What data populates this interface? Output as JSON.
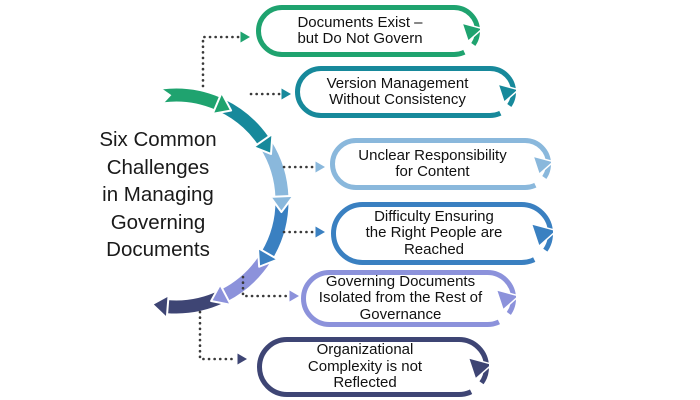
{
  "title": "Six Common\nChallenges\nin Managing\nGoverning\nDocuments",
  "challenges": [
    {
      "label": "Documents Exist –\nbut Do Not Govern",
      "color": "#1FA36F"
    },
    {
      "label": "Version Management\nWithout Consistency",
      "color": "#17899B"
    },
    {
      "label": "Unclear Responsibility\nfor Content",
      "color": "#8AB8DC"
    },
    {
      "label": "Difficulty Ensuring\nthe Right People are\nReached",
      "color": "#3A80C1"
    },
    {
      "label": "Governing Documents\nIsolated from the Rest of\nGovernance",
      "color": "#8C92DB"
    },
    {
      "label": "Organizational\nComplexity is not\nReflected",
      "color": "#3E4574"
    }
  ],
  "colors": {
    "background": "#ffffff",
    "text": "#1a1a1a",
    "dotted_line": "#3a3a3a"
  }
}
